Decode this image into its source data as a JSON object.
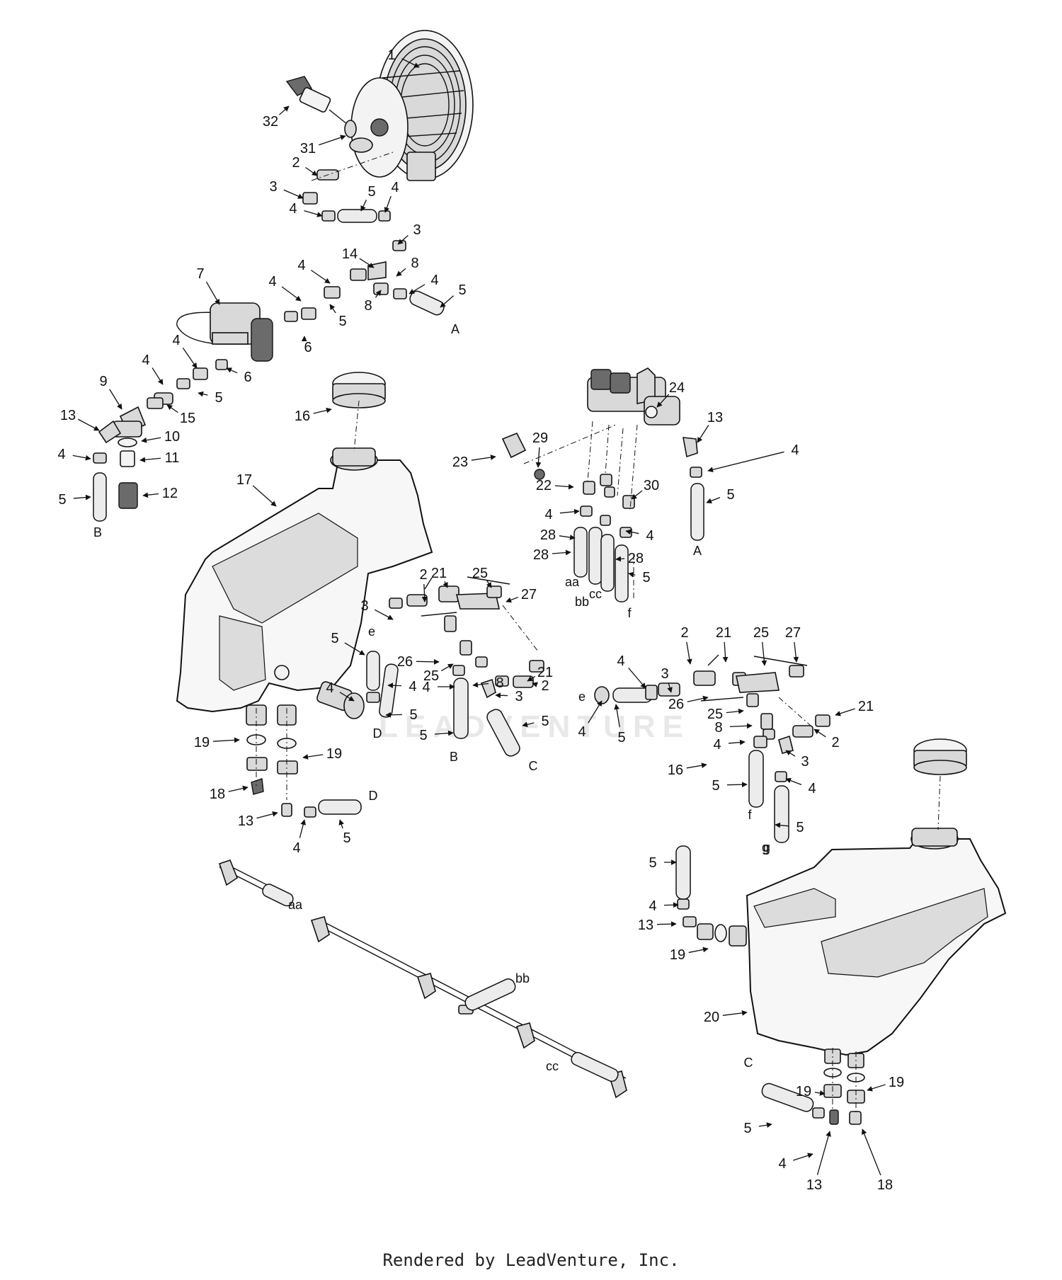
{
  "diagram": {
    "footer": "Rendered by LeadVenture, Inc.",
    "watermark": "LEADVENTURE",
    "callouts": [
      {
        "id": "c1",
        "text": "1"
      },
      {
        "id": "c2",
        "text": "32"
      },
      {
        "id": "c3",
        "text": "31"
      },
      {
        "id": "c4",
        "text": "2"
      },
      {
        "id": "c5",
        "text": "3"
      },
      {
        "id": "c6",
        "text": "5"
      },
      {
        "id": "c7",
        "text": "4"
      },
      {
        "id": "c8",
        "text": "4"
      },
      {
        "id": "c9",
        "text": "3"
      },
      {
        "id": "c10",
        "text": "14"
      },
      {
        "id": "c11",
        "text": "4"
      },
      {
        "id": "c12",
        "text": "8"
      },
      {
        "id": "c13",
        "text": "4"
      },
      {
        "id": "c14",
        "text": "4"
      },
      {
        "id": "c15",
        "text": "8"
      },
      {
        "id": "c16",
        "text": "5"
      },
      {
        "id": "c17",
        "text": "7"
      },
      {
        "id": "c18",
        "text": "5"
      },
      {
        "id": "c19",
        "text": "6"
      },
      {
        "id": "c20",
        "text": "4"
      },
      {
        "id": "c21",
        "text": "6"
      },
      {
        "id": "c22",
        "text": "4"
      },
      {
        "id": "c23",
        "text": "5"
      },
      {
        "id": "c24",
        "text": "9"
      },
      {
        "id": "c25",
        "text": "15"
      },
      {
        "id": "c26",
        "text": "13"
      },
      {
        "id": "c27",
        "text": "10"
      },
      {
        "id": "c28",
        "text": "4"
      },
      {
        "id": "c29",
        "text": "11"
      },
      {
        "id": "c30",
        "text": "5"
      },
      {
        "id": "c31",
        "text": "12"
      },
      {
        "id": "c32",
        "text": "16"
      },
      {
        "id": "c33",
        "text": "24"
      },
      {
        "id": "c34",
        "text": "13"
      },
      {
        "id": "c35",
        "text": "29"
      },
      {
        "id": "c36",
        "text": "23"
      },
      {
        "id": "c37",
        "text": "22"
      },
      {
        "id": "c38",
        "text": "4"
      },
      {
        "id": "c39",
        "text": "30"
      },
      {
        "id": "c40",
        "text": "5"
      },
      {
        "id": "c41",
        "text": "4"
      },
      {
        "id": "c42",
        "text": "28"
      },
      {
        "id": "c43",
        "text": "4"
      },
      {
        "id": "c44",
        "text": "28"
      },
      {
        "id": "c45",
        "text": "28"
      },
      {
        "id": "c46",
        "text": "5"
      },
      {
        "id": "c47",
        "text": "17"
      },
      {
        "id": "c48",
        "text": "2"
      },
      {
        "id": "c49",
        "text": "21"
      },
      {
        "id": "c50",
        "text": "25"
      },
      {
        "id": "c51",
        "text": "27"
      },
      {
        "id": "c52",
        "text": "3"
      },
      {
        "id": "c53",
        "text": "26"
      },
      {
        "id": "c54",
        "text": "5"
      },
      {
        "id": "c55",
        "text": "8"
      },
      {
        "id": "c56",
        "text": "21"
      },
      {
        "id": "c57",
        "text": "25"
      },
      {
        "id": "c58",
        "text": "4"
      },
      {
        "id": "c59",
        "text": "4"
      },
      {
        "id": "c60",
        "text": "2"
      },
      {
        "id": "c61",
        "text": "4"
      },
      {
        "id": "c62",
        "text": "3"
      },
      {
        "id": "c63",
        "text": "5"
      },
      {
        "id": "c64",
        "text": "5"
      },
      {
        "id": "c65",
        "text": "5"
      },
      {
        "id": "c66",
        "text": "2"
      },
      {
        "id": "c67",
        "text": "21"
      },
      {
        "id": "c68",
        "text": "25"
      },
      {
        "id": "c69",
        "text": "27"
      },
      {
        "id": "c70",
        "text": "4"
      },
      {
        "id": "c71",
        "text": "3"
      },
      {
        "id": "c72",
        "text": "26"
      },
      {
        "id": "c73",
        "text": "25"
      },
      {
        "id": "c74",
        "text": "8"
      },
      {
        "id": "c75",
        "text": "21"
      },
      {
        "id": "c76",
        "text": "4"
      },
      {
        "id": "c77",
        "text": "5"
      },
      {
        "id": "c78",
        "text": "4"
      },
      {
        "id": "c79",
        "text": "2"
      },
      {
        "id": "c80",
        "text": "3"
      },
      {
        "id": "c81",
        "text": "4"
      },
      {
        "id": "c82",
        "text": "5"
      },
      {
        "id": "c83",
        "text": "5"
      },
      {
        "id": "c84",
        "text": "19"
      },
      {
        "id": "c85",
        "text": "19"
      },
      {
        "id": "c86",
        "text": "18"
      },
      {
        "id": "c87",
        "text": "13"
      },
      {
        "id": "c88",
        "text": "4"
      },
      {
        "id": "c89",
        "text": "5"
      },
      {
        "id": "c90",
        "text": "16"
      },
      {
        "id": "c91",
        "text": "5"
      },
      {
        "id": "c92",
        "text": "4"
      },
      {
        "id": "c93",
        "text": "13"
      },
      {
        "id": "c94",
        "text": "19"
      },
      {
        "id": "c95",
        "text": "20"
      },
      {
        "id": "c96",
        "text": "19"
      },
      {
        "id": "c97",
        "text": "19"
      },
      {
        "id": "c98",
        "text": "5"
      },
      {
        "id": "c99",
        "text": "4"
      },
      {
        "id": "c100",
        "text": "13"
      },
      {
        "id": "c101",
        "text": "18"
      }
    ],
    "connectors": [
      {
        "id": "k1",
        "text": "A"
      },
      {
        "id": "k2",
        "text": "B"
      },
      {
        "id": "k3",
        "text": "A"
      },
      {
        "id": "k4",
        "text": "aa"
      },
      {
        "id": "k5",
        "text": "bb"
      },
      {
        "id": "k6",
        "text": "cc"
      },
      {
        "id": "k7",
        "text": "f"
      },
      {
        "id": "k8",
        "text": "e"
      },
      {
        "id": "k9",
        "text": "D"
      },
      {
        "id": "k10",
        "text": "B"
      },
      {
        "id": "k11",
        "text": "C"
      },
      {
        "id": "k12",
        "text": "e"
      },
      {
        "id": "k13",
        "text": "f"
      },
      {
        "id": "k14",
        "text": "g"
      },
      {
        "id": "k15",
        "text": "D"
      },
      {
        "id": "k16",
        "text": "aa"
      },
      {
        "id": "k17",
        "text": "bb"
      },
      {
        "id": "k18",
        "text": "cc"
      },
      {
        "id": "k19",
        "text": "g"
      },
      {
        "id": "k20",
        "text": "C"
      }
    ]
  }
}
